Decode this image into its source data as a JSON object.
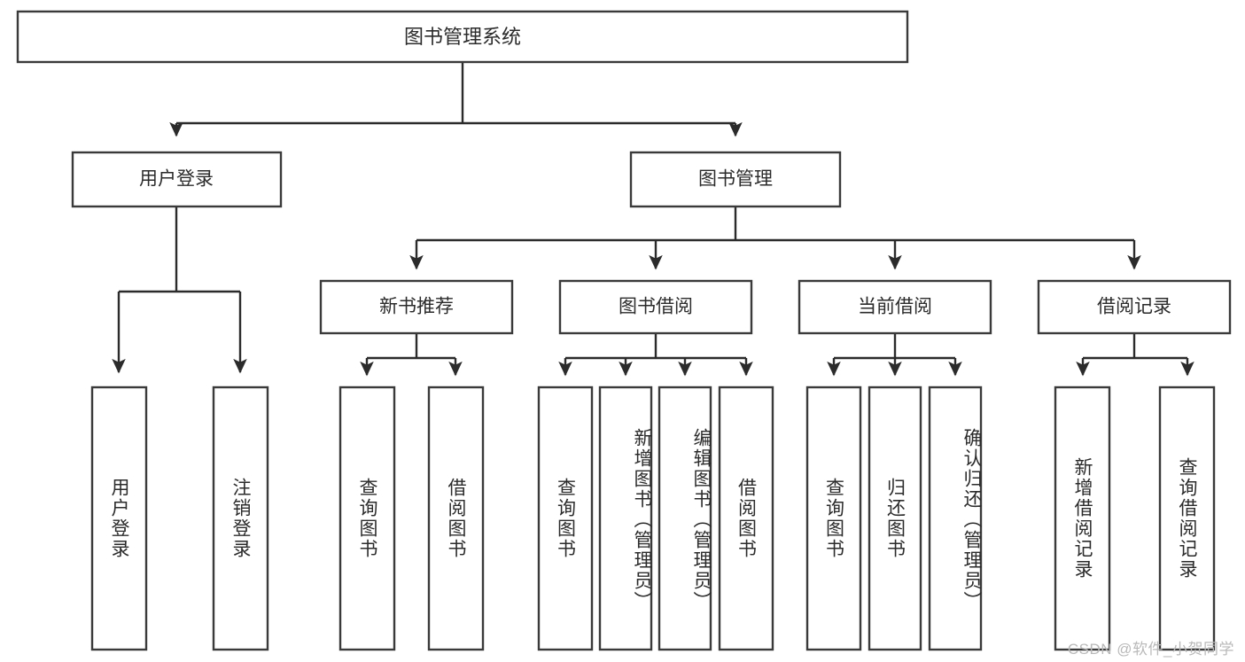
{
  "diagram": {
    "title_node": {
      "id": "root",
      "label": "图书管理系统"
    },
    "level2": [
      {
        "id": "login",
        "label": "用户登录"
      },
      {
        "id": "bookmgmt",
        "label": "图书管理"
      }
    ],
    "level3": [
      {
        "id": "newbook",
        "label": "新书推荐"
      },
      {
        "id": "borrow",
        "label": "图书借阅"
      },
      {
        "id": "current",
        "label": "当前借阅"
      },
      {
        "id": "records",
        "label": "借阅记录"
      }
    ],
    "leaves": {
      "login": [
        {
          "id": "user-login",
          "label": "用户登录"
        },
        {
          "id": "user-logout",
          "label": "注销登录"
        }
      ],
      "newbook": [
        {
          "id": "query-book-1",
          "label": "查询图书"
        },
        {
          "id": "borrow-book-1",
          "label": "借阅图书"
        }
      ],
      "borrow": [
        {
          "id": "query-book-2",
          "label": "查询图书"
        },
        {
          "id": "add-book",
          "label": "新增图书（管理员）"
        },
        {
          "id": "edit-book",
          "label": "编辑图书（管理员）"
        },
        {
          "id": "borrow-book-2",
          "label": "借阅图书"
        }
      ],
      "current": [
        {
          "id": "query-book-3",
          "label": "查询图书"
        },
        {
          "id": "return-book",
          "label": "归还图书"
        },
        {
          "id": "confirm-return",
          "label": "确认归还（管理员）"
        }
      ],
      "records": [
        {
          "id": "add-record",
          "label": "新增借阅记录"
        },
        {
          "id": "query-record",
          "label": "查询借阅记录"
        }
      ]
    },
    "colors": {
      "box_stroke": "#3a3a3a",
      "line": "#2b2b2b",
      "text": "#2b2b2b",
      "background": "#ffffff",
      "watermark": "#b9b9b9"
    }
  },
  "watermark": {
    "text": "CSDN @软件_小贺同学"
  }
}
